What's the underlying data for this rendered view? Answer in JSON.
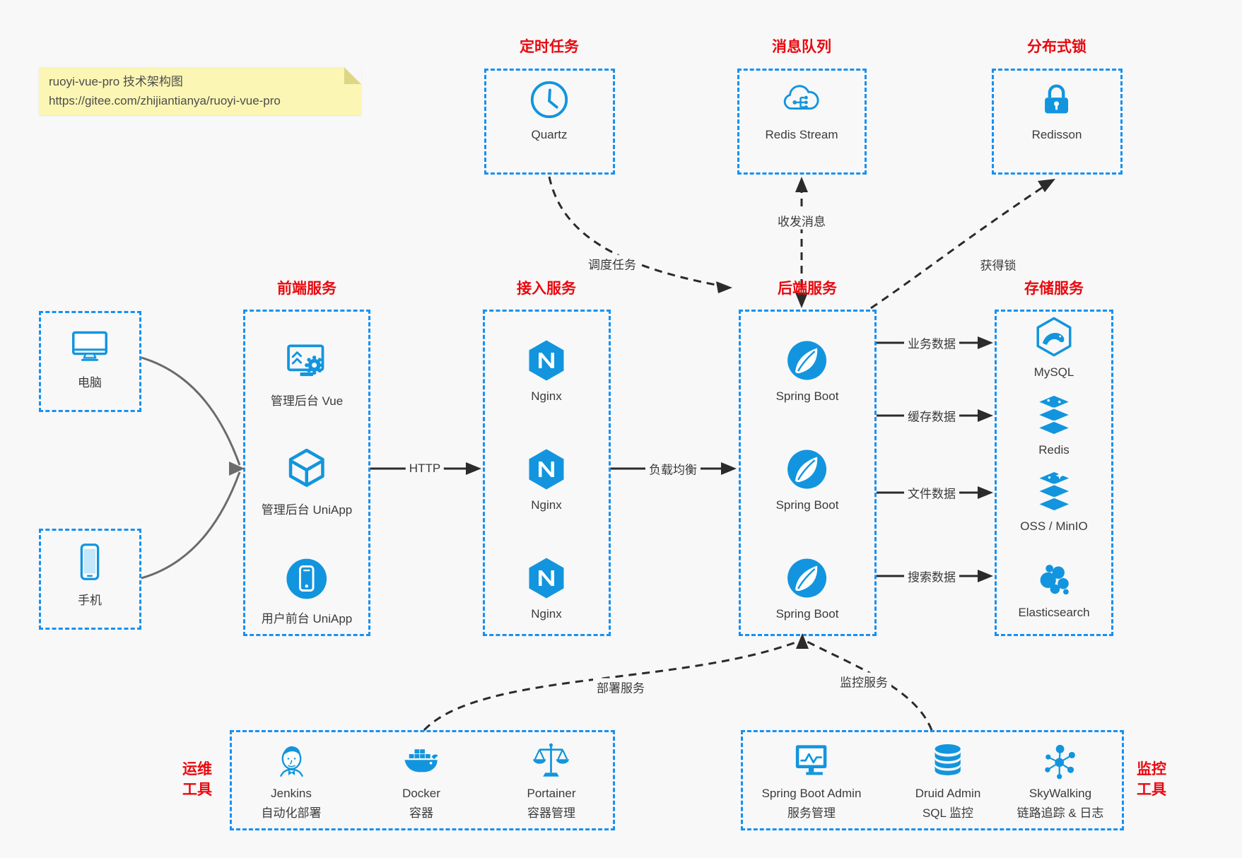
{
  "colors": {
    "panel_border": "#1691f2",
    "icon_blue": "#1295de",
    "title_red": "#e9090f",
    "arrow_dark": "#2b2b2b",
    "client_curve_gray": "#6b6b6b",
    "note_bg": "#fbf6b3",
    "background": "#f8f8f8"
  },
  "note": {
    "line1": "ruoyi-vue-pro 技术架构图",
    "line2": "https://gitee.com/zhijiantianya/ruoyi-vue-pro"
  },
  "top_groups": [
    {
      "title": "定时任务",
      "items": [
        {
          "icon": "clock-icon",
          "label": "Quartz"
        }
      ]
    },
    {
      "title": "消息队列",
      "items": [
        {
          "icon": "cloud-stream-icon",
          "label": "Redis Stream"
        }
      ]
    },
    {
      "title": "分布式锁",
      "items": [
        {
          "icon": "lock-icon",
          "label": "Redisson"
        }
      ]
    }
  ],
  "clients": [
    {
      "icon": "desktop-icon",
      "label": "电脑"
    },
    {
      "icon": "smartphone-icon",
      "label": "手机"
    }
  ],
  "main_groups": [
    {
      "title": "前端服务",
      "items": [
        {
          "icon": "admin-vue-icon",
          "label": "管理后台 Vue"
        },
        {
          "icon": "uniapp-cube-icon",
          "label": "管理后台 UniApp"
        },
        {
          "icon": "user-app-icon",
          "label": "用户前台 UniApp"
        }
      ]
    },
    {
      "title": "接入服务",
      "items": [
        {
          "icon": "nginx-icon",
          "label": "Nginx"
        },
        {
          "icon": "nginx-icon",
          "label": "Nginx"
        },
        {
          "icon": "nginx-icon",
          "label": "Nginx"
        }
      ]
    },
    {
      "title": "后端服务",
      "items": [
        {
          "icon": "spring-boot-icon",
          "label": "Spring Boot"
        },
        {
          "icon": "spring-boot-icon",
          "label": "Spring Boot"
        },
        {
          "icon": "spring-boot-icon",
          "label": "Spring Boot"
        }
      ]
    },
    {
      "title": "存储服务",
      "items": [
        {
          "icon": "mysql-icon",
          "label": "MySQL"
        },
        {
          "icon": "redis-icon",
          "label": "Redis"
        },
        {
          "icon": "oss-icon",
          "label": "OSS / MinIO"
        },
        {
          "icon": "elasticsearch-icon",
          "label": "Elasticsearch"
        }
      ]
    }
  ],
  "bottom_groups": [
    {
      "side_label_line1": "运维",
      "side_label_line2": "工具",
      "items": [
        {
          "icon": "jenkins-icon",
          "label": "Jenkins",
          "sublabel": "自动化部署"
        },
        {
          "icon": "docker-icon",
          "label": "Docker",
          "sublabel": "容器"
        },
        {
          "icon": "portainer-icon",
          "label": "Portainer",
          "sublabel": "容器管理"
        }
      ]
    },
    {
      "side_label_line1": "监控",
      "side_label_line2": "工具",
      "items": [
        {
          "icon": "spring-boot-admin-icon",
          "label": "Spring Boot Admin",
          "sublabel": "服务管理"
        },
        {
          "icon": "druid-icon",
          "label": "Druid Admin",
          "sublabel": "SQL 监控"
        },
        {
          "icon": "skywalking-icon",
          "label": "SkyWalking",
          "sublabel": "链路追踪 & 日志"
        }
      ]
    }
  ],
  "edge_labels": {
    "http": "HTTP",
    "load_balance": "负载均衡",
    "business_data": "业务数据",
    "cache_data": "缓存数据",
    "file_data": "文件数据",
    "search_data": "搜索数据",
    "schedule_task": "调度任务",
    "send_receive_msg": "收发消息",
    "acquire_lock": "获得锁",
    "deploy_service": "部署服务",
    "monitor_service": "监控服务"
  }
}
